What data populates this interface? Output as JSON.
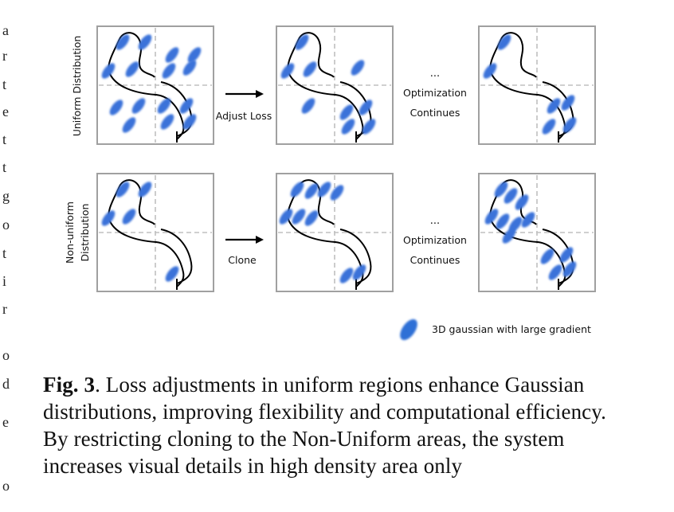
{
  "figure": {
    "row_labels": {
      "uniform": "Uniform Distribution",
      "nonuniform_line1": "Non-uniform",
      "nonuniform_line2": "Distribution"
    },
    "arrow_labels": {
      "adjust": "Adjust Loss",
      "clone": "Clone"
    },
    "optimization": {
      "ellipsis": "...",
      "line1": "Optimization",
      "line2": "Continues"
    },
    "legend": {
      "label": "3D gaussian with large gradient",
      "icon": "gaussian-ellipse-icon",
      "color": "#2f6fd6"
    },
    "colors": {
      "gaussian": "#3a72d9",
      "frame": "#a0a0a0",
      "dashed": "#c0c0c0",
      "curve": "#000000"
    }
  },
  "caption": {
    "label": "Fig. 3",
    "text": ". Loss adjustments in uniform regions enhance Gaussian distributions, improving flexibility and computational efficiency. By restricting cloning to the Non-Uniform areas, the system increases visual details in high density area only"
  },
  "margin_glyphs": [
    "a",
    "r",
    "t",
    "e",
    "t",
    "t",
    "g",
    "o",
    "t",
    "i",
    "r",
    "o",
    "d",
    "e",
    "o"
  ]
}
